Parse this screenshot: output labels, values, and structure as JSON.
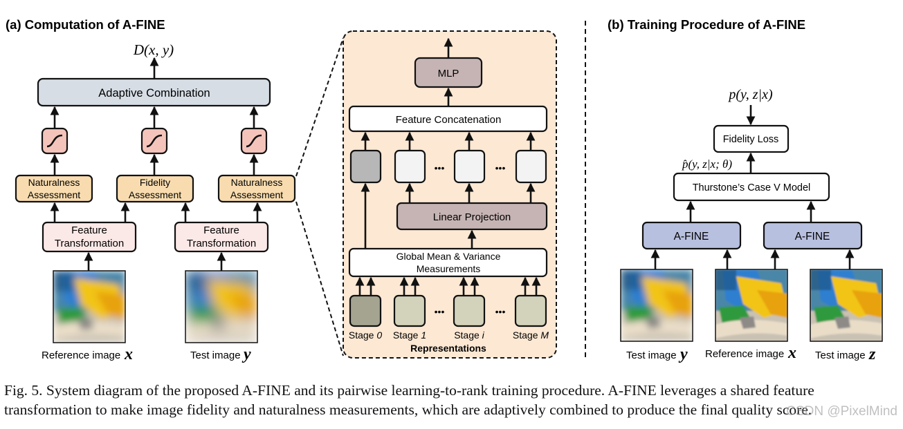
{
  "panel_a": {
    "title": "(a) Computation of A-FINE",
    "output_label": "D(x, y)",
    "adaptive_combination": "Adaptive Combination",
    "naturalness_left": [
      "Naturalness",
      "Assessment"
    ],
    "fidelity": [
      "Fidelity",
      "Assessment"
    ],
    "naturalness_right": [
      "Naturalness",
      "Assessment"
    ],
    "feature_transform": [
      "Feature",
      "Transformation"
    ],
    "reference_label": "Reference image",
    "reference_var": "x",
    "test_label": "Test image",
    "test_var": "y"
  },
  "zoom": {
    "mlp": "MLP",
    "concat": "Feature Concatenation",
    "linear": "Linear Projection",
    "global": [
      "Global Mean & Variance",
      "Measurements"
    ],
    "stage_prefix": "Stage",
    "stages": [
      "0",
      "1",
      "i",
      "M"
    ],
    "representations": "Representations",
    "ellipsis": "•••"
  },
  "panel_b": {
    "title": "(b) Training Procedure of A-FINE",
    "output_label": "p(y, z|x)",
    "fidelity_loss": "Fidelity Loss",
    "phat_label": "p̂(y, z|x; θ)",
    "thurstone": "Thurstone’s Case V Model",
    "afine": "A-FINE",
    "images": [
      {
        "label": "Test image",
        "var": "y"
      },
      {
        "label": "Reference image",
        "var": "x"
      },
      {
        "label": "Test image",
        "var": "z"
      }
    ]
  },
  "caption": "Fig. 5. System diagram of the proposed A-FINE and its pairwise learning-to-rank training procedure. A-FINE leverages a shared feature transformation to make image fidelity and naturalness measurements, which are adaptively combined to produce the final quality score.",
  "watermark": "CSDN @PixelMind"
}
